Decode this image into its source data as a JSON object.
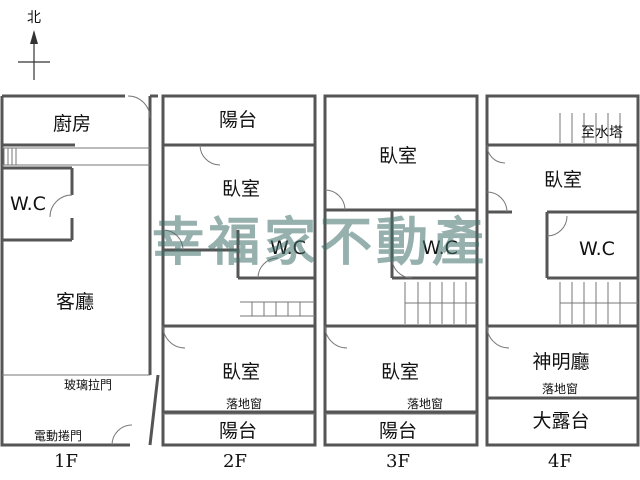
{
  "compass": {
    "label": "北"
  },
  "floors": [
    {
      "label": "1F",
      "rooms": {
        "kitchen": "廚房",
        "wc": "W.C",
        "living": "客廳",
        "glass_door": "玻璃拉門",
        "shutter": "電動捲門"
      }
    },
    {
      "label": "2F",
      "rooms": {
        "balcony_top": "陽台",
        "bedroom_top": "臥室",
        "wc": "W.C",
        "bedroom_bottom": "臥室",
        "window": "落地窗",
        "balcony_bottom": "陽台"
      }
    },
    {
      "label": "3F",
      "rooms": {
        "bedroom_top": "臥室",
        "wc": "W.C",
        "bedroom_bottom": "臥室",
        "window": "落地窗",
        "balcony_bottom": "陽台"
      }
    },
    {
      "label": "4F",
      "rooms": {
        "water_tower": "至水塔",
        "bedroom": "臥室",
        "wc": "W.C",
        "shrine": "神明廳",
        "window": "落地窗",
        "terrace": "大露台"
      }
    }
  ],
  "watermark": "幸福家不動產",
  "colors": {
    "wall": "#555555",
    "watermark": "#3f6f6a"
  }
}
